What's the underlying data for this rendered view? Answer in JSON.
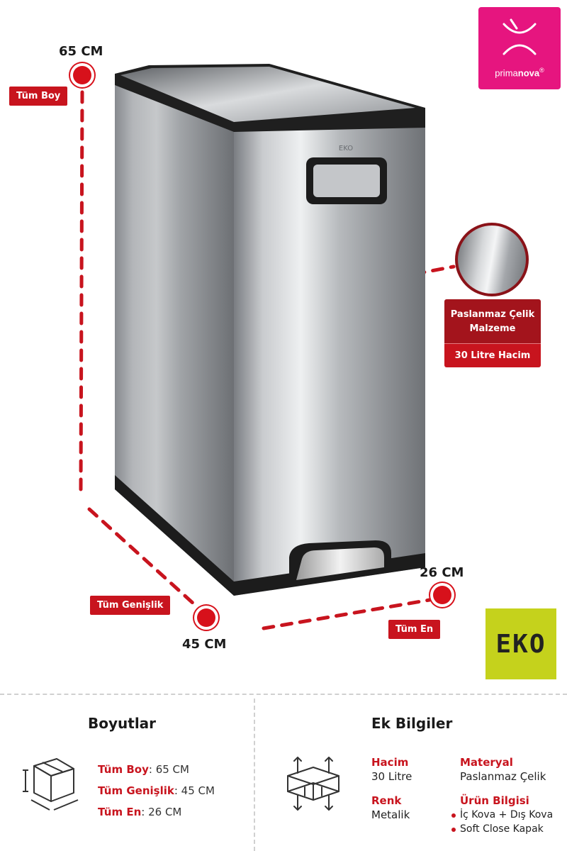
{
  "dimensions": {
    "height_value": "65 CM",
    "height_label": "Tüm Boy",
    "width_value": "45 CM",
    "width_label": "Tüm Genişlik",
    "depth_value": "26 CM",
    "depth_label": "Tüm En"
  },
  "brand": {
    "name_prefix": "prima",
    "name_suffix": "nova",
    "registered": "®",
    "color": "#e6157f"
  },
  "maker_logo": {
    "text": "EKO",
    "color": "#c5d21c"
  },
  "product_badge": {
    "text": "EKO"
  },
  "material_callout": {
    "line1": "Paslanmaz Çelik",
    "line2": "Malzeme",
    "capacity": "30 Litre Hacim"
  },
  "specs": {
    "title": "Boyutlar",
    "lines": [
      {
        "key": "Tüm Boy",
        "sep": ": ",
        "value": "65 CM"
      },
      {
        "key": "Tüm Genişlik",
        "sep": ": ",
        "value": "45 CM"
      },
      {
        "key": "Tüm En",
        "sep": ": ",
        "value": "26 CM"
      }
    ]
  },
  "extra": {
    "title": "Ek Bilgiler",
    "capacity_label": "Hacim",
    "capacity_value": "30 Litre",
    "material_label": "Materyal",
    "material_value": "Paslanmaz Çelik",
    "color_label": "Renk",
    "color_value": "Metalik",
    "info_label": "Ürün Bilgisi",
    "info_items": [
      "İç Kova + Dış Kova",
      "Soft Close Kapak"
    ]
  },
  "colors": {
    "accent": "#c8141e",
    "dark_accent": "#a3141c"
  }
}
